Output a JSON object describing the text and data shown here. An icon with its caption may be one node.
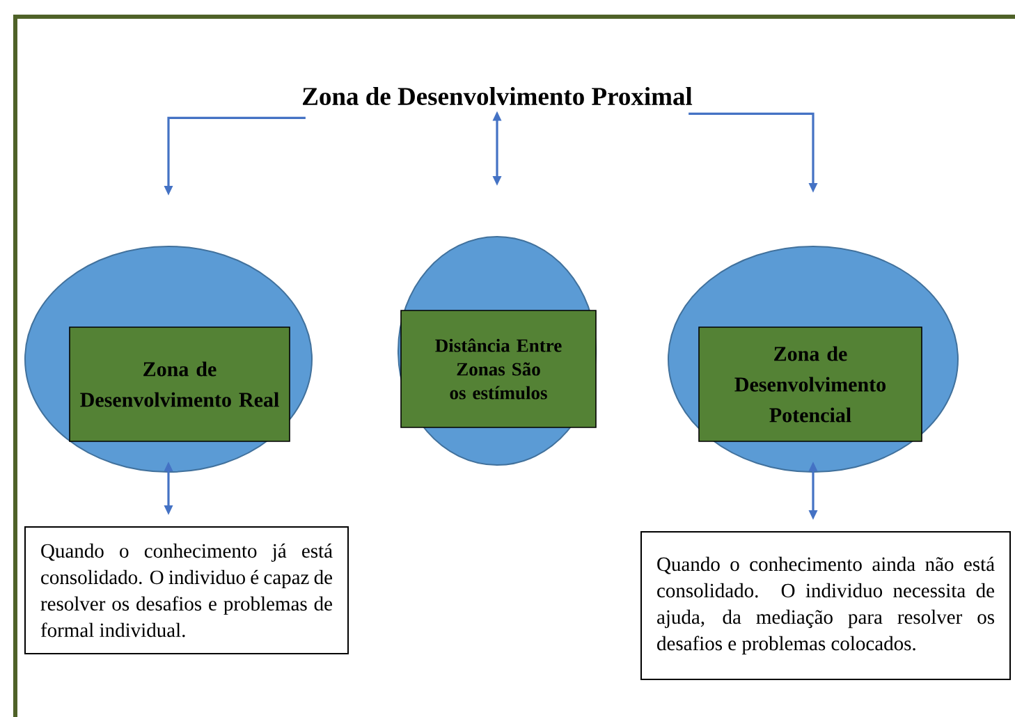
{
  "diagram": {
    "nodes": [
      {
        "text": [
          "Zona de Desenvolvimento Proximal"
        ]
      },
      {
        "text": [],
        "shape": "circle"
      },
      {
        "text": [
          "Zona de Desenvolvimento Real"
        ],
        "in": 1
      },
      {
        "text": [],
        "shape": "circle"
      },
      {
        "text": [
          "Distância Entre Zonas São os estímulos"
        ],
        "in": 3
      },
      {
        "text": [],
        "shape": "circle"
      },
      {
        "text": [
          "Zona de Desenvolvimento Potencial"
        ],
        "in": 5
      },
      {
        "text": [
          "Quando o conhecimento já está consolidado. O individuo é capaz de resolver os desafios e problemas de formal individual."
        ]
      },
      {
        "text": [
          "Quando o conhecimento ainda não está consolidado. O individuo necessita de ajuda, da mediação para resolver os desafios e problemas colocados."
        ]
      }
    ],
    "edges": [
      {
        "from": 0,
        "to": 1,
        "arrow": "to"
      },
      {
        "from": 0,
        "to": 3,
        "arrow": "both"
      },
      {
        "from": 0,
        "to": 5,
        "arrow": "to"
      },
      {
        "from": 1,
        "to": 7,
        "arrow": "both"
      },
      {
        "from": 5,
        "to": 8,
        "arrow": "both"
      }
    ]
  }
}
